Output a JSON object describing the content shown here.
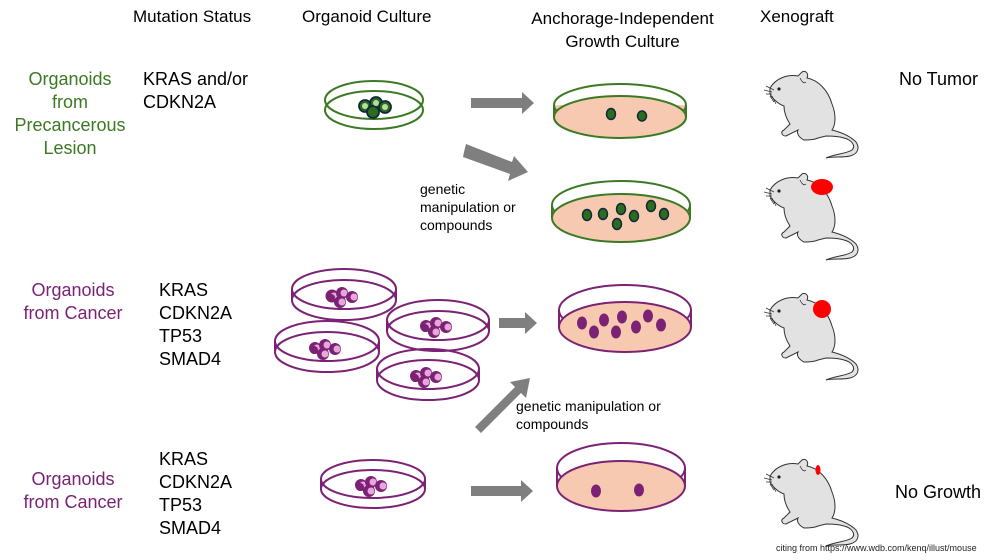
{
  "headers": {
    "mutation_status": "Mutation Status",
    "organoid_culture": "Organoid Culture",
    "anchorage_line1": "Anchorage-Independent",
    "anchorage_line2": "Growth Culture",
    "xenograft": "Xenograft"
  },
  "colors": {
    "precancer": "#3b7a23",
    "cancer": "#7b2275",
    "medium": "#f6c9b0",
    "arrow": "#7f7f7f",
    "tumor": "#ff0000",
    "mouse_fill": "#e2e2e2"
  },
  "rows": [
    {
      "group_label": [
        "Organoids",
        "from",
        "Precancerous",
        "Lesion"
      ],
      "mutations": [
        "KRAS and/or",
        "CDKN2A"
      ],
      "organoid_dishes": 1,
      "colonies_standard": 2,
      "colonies_manipulated": 7,
      "manipulation_label": [
        "genetic",
        "manipulation or",
        "compounds"
      ],
      "xenograft_outcome": "No Tumor",
      "tumor_manipulated": "large"
    },
    {
      "group_label": [
        "Organoids",
        "from Cancer"
      ],
      "mutations": [
        "KRAS",
        "CDKN2A",
        "TP53",
        "SMAD4"
      ],
      "organoid_dishes": 4,
      "colonies": 8,
      "xenograft_tumor": "large"
    },
    {
      "group_label": [
        "Organoids",
        "from Cancer"
      ],
      "mutations": [
        "KRAS",
        "CDKN2A",
        "TP53",
        "SMAD4"
      ],
      "organoid_dishes": 1,
      "colonies": 2,
      "manipulation_label": [
        "genetic manipulation or",
        "compounds"
      ],
      "xenograft_outcome": "No Growth",
      "xenograft_tumor": "small"
    }
  ],
  "citation": "citing from https://www.wdb.com/kenq/illust/mouse"
}
